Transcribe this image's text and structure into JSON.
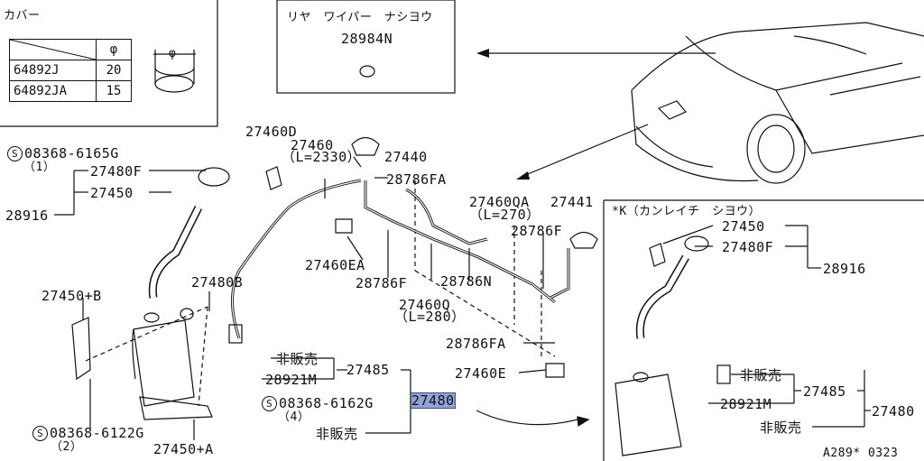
{
  "cover": {
    "title": "カバー",
    "phi_header": "φ",
    "rows": [
      {
        "part": "64892J",
        "phi": "20"
      },
      {
        "part": "64892JA",
        "phi": "15"
      }
    ],
    "dim_label": "φ"
  },
  "rear_wiper": {
    "title": "リヤ　ワイパー　ナシヨウ",
    "part": "28984N"
  },
  "variant_k": {
    "title": "*K（カンレイチ　シヨウ）"
  },
  "labels": {
    "screw_6165g": "08368-6165G",
    "screw_6165g_qty": "（1）",
    "screw_6162g": "08368-6162G",
    "screw_6162g_qty": "（4）",
    "screw_6122g": "08368-6122G",
    "screw_6122g_qty": "（2）",
    "screw_symbol": "S",
    "p27480f": "27480F",
    "p27450": "27450",
    "p28916": "28916",
    "p27460d": "27460D",
    "p27460": "27460",
    "p27460_len": "（L=2330）",
    "p27440": "27440",
    "p28786fa": "28786FA",
    "p27460ea": "27460EA",
    "p28786f": "28786F",
    "p28786n": "28786N",
    "p27460q": "27460Q",
    "p27460q_len": "（L=280）",
    "p27460qa": "27460QA",
    "p27460qa_len": "（L=270）",
    "p27441": "27441",
    "p28786f_2": "28786F",
    "p28786fa_2": "28786FA",
    "p27460e": "27460E",
    "p27480b": "27480B",
    "p27450b": "27450+B",
    "p27450a": "27450+A",
    "hihanbai": "非販売",
    "p28921m": "28921M",
    "p27485": "27485",
    "p27480": "27480",
    "hihanbai_2": "非販売",
    "k_27450": "27450",
    "k_27480f": "27480F",
    "k_28916": "28916",
    "k_hihanbai": "非販売",
    "k_28921m": "28921M",
    "k_27485": "27485",
    "k_27480": "27480",
    "k_hihanbai_2": "非販売",
    "page_ref": "A289* 0323"
  }
}
